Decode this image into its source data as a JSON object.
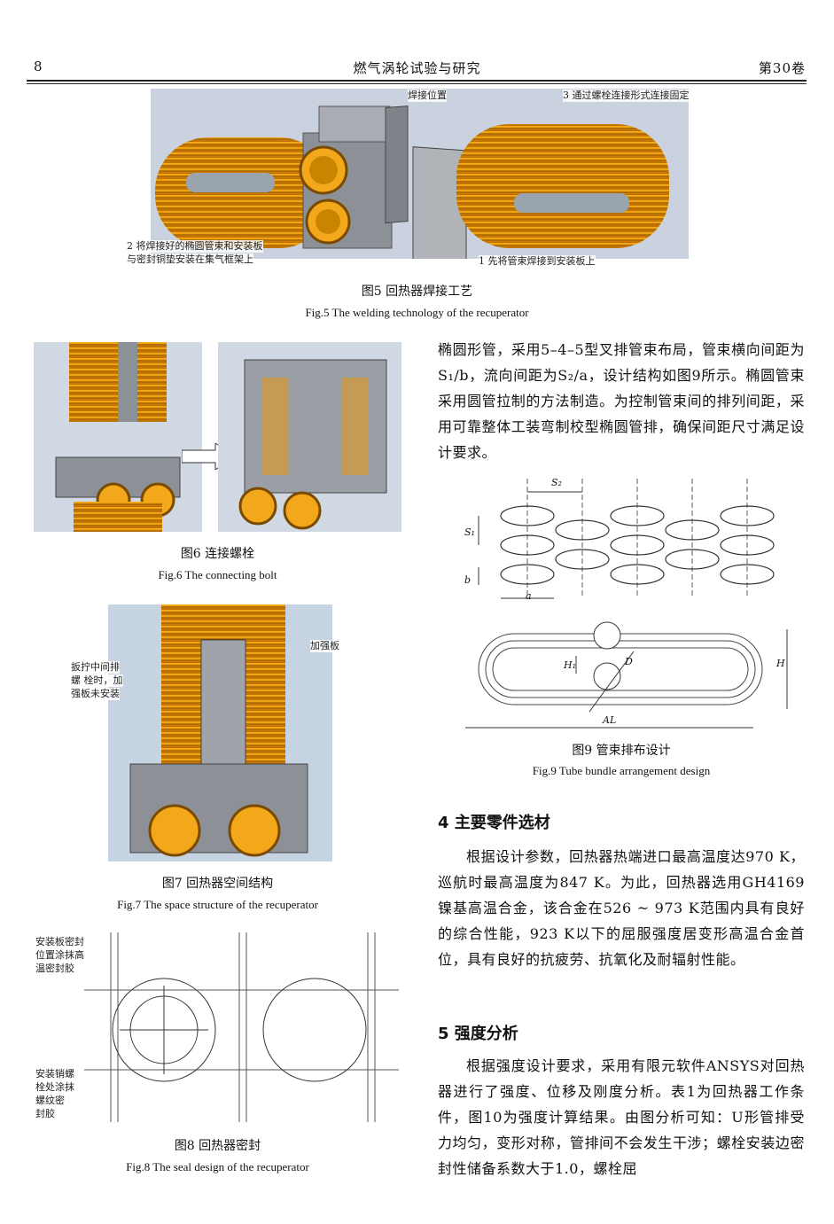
{
  "header": {
    "page_number": "8",
    "journal": "燃气涡轮试验与研究",
    "volume": "第30卷"
  },
  "fig5": {
    "annotations": {
      "weld_position": "焊接位置",
      "bolt_fix": "3 通过螺栓连接形式连接固定",
      "step2_line1": "2 将焊接好的椭圆管束和安装板",
      "step2_line2": "与密封铜垫安装在集气框架上",
      "step1": "1 先将管束焊接到安装板上"
    },
    "caption_cn": "图5  回热器焊接工艺",
    "caption_en": "Fig.5  The welding technology of the recuperator"
  },
  "fig6": {
    "caption_cn": "图6  连接螺栓",
    "caption_en": "Fig.6  The connecting bolt"
  },
  "fig7": {
    "annotations": {
      "left_line1": "扳拧中间排",
      "left_line2": "螺 栓时，加",
      "left_line3": "强板未安装",
      "right": "加强板"
    },
    "caption_cn": "图7  回热器空间结构",
    "caption_en": "Fig.7  The space structure of the recuperator"
  },
  "fig8": {
    "annotations": {
      "top_line1": "安装板密封",
      "top_line2": "位置涂抹高",
      "top_line3": "温密封胶",
      "bot_line1": "安装销螺",
      "bot_line2": "栓处涂抹",
      "bot_line3": "螺纹密",
      "bot_line4": "封胶"
    },
    "caption_cn": "图8  回热器密封",
    "caption_en": "Fig.8  The seal design of the recuperator"
  },
  "fig9": {
    "labels": {
      "s2": "S₂",
      "s1": "S₁",
      "b": "b",
      "a": "a",
      "h1": "H₁",
      "d": "D",
      "h": "H",
      "al": "AL"
    },
    "caption_cn": "图9  管束排布设计",
    "caption_en": "Fig.9  Tube bundle arrangement design"
  },
  "body": {
    "p_intro": "椭圆形管，采用5–4–5型叉排管束布局，管束横向间距为S₁/b，流向间距为S₂/a，设计结构如图9所示。椭圆管束采用圆管拉制的方法制造。为控制管束间的排列间距，采用可靠整体工装弯制校型椭圆管排，确保间距尺寸满足设计要求。",
    "sec4_title": "4  主要零件选材",
    "sec4_text": "根据设计参数，回热器热端进口最高温度达970 K，巡航时最高温度为847 K。为此，回热器选用GH4169镍基高温合金，该合金在526 ~ 973 K范围内具有良好的综合性能，923 K以下的屈服强度居变形高温合金首位，具有良好的抗疲劳、抗氧化及耐辐射性能。",
    "sec5_title": "5  强度分析",
    "sec5_text": "根据强度设计要求，采用有限元软件ANSYS对回热器进行了强度、位移及刚度分析。表1为回热器工作条件，图10为强度计算结果。由图分析可知：U形管排受力均匀，变形对称，管排间不会发生干涉；螺栓安装边密封性储备系数大于1.0，螺栓屈"
  }
}
